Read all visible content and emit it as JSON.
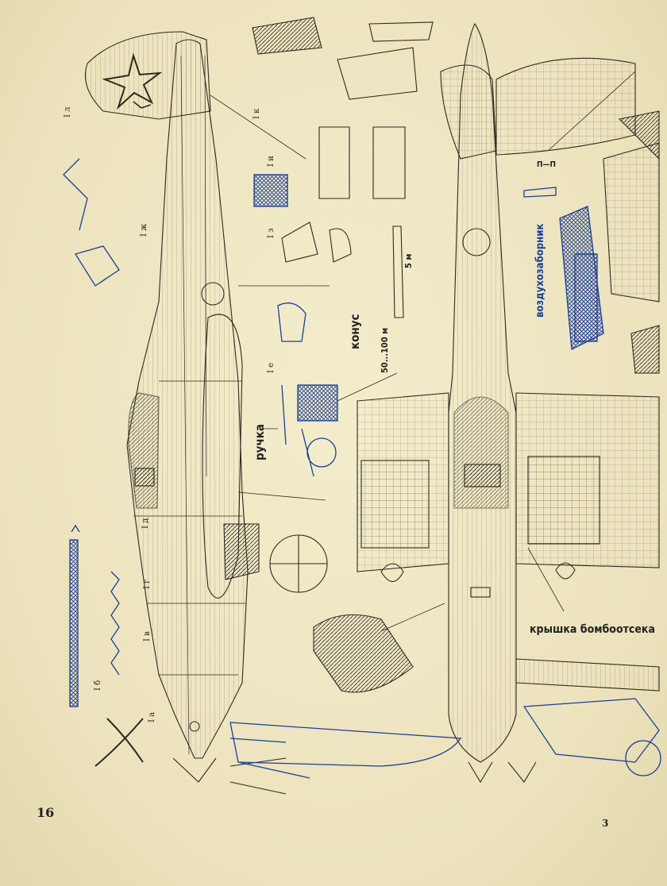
{
  "page": {
    "number": "16",
    "corner_mark": "3"
  },
  "labels": {
    "handle": "ручка",
    "cone": "конус",
    "dimension": "50...100 м",
    "length_5m": "5 м",
    "air_intake": "воздухозаборник",
    "bomb_bay_cover": "крышка бомбоотсека",
    "section_pp": "П—П"
  },
  "section_marks": [
    "I л",
    "I к",
    "I и",
    "I з",
    "I ж",
    "I е",
    "I д",
    "I г",
    "I в",
    "I б",
    "I а"
  ],
  "colors": {
    "paper": "#efe8c4",
    "ink": "#2b2a22",
    "blue_ink": "#1d3f95"
  }
}
